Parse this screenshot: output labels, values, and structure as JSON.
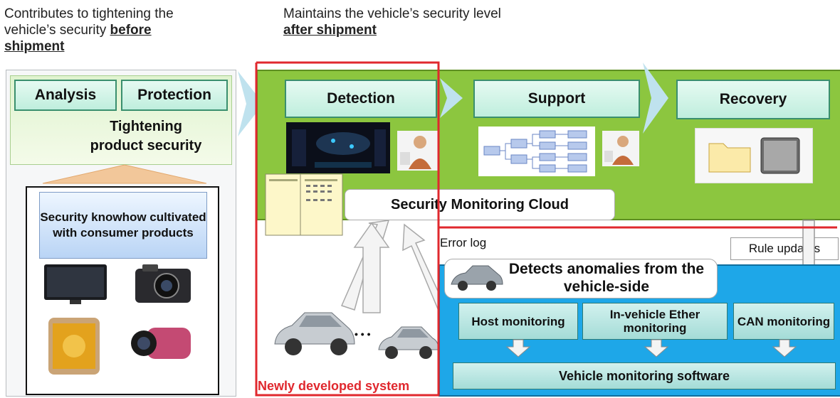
{
  "header_left": {
    "line1": "Contributes to tightening the",
    "line2_prefix": "vehicle’s security ",
    "line2_bold": "before",
    "line3_bold": "shipment"
  },
  "header_right": {
    "line1": "Maintains the vehicle’s security level",
    "line2_bold": "after shipment"
  },
  "left_panel": {
    "analysis": "Analysis",
    "protection": "Protection",
    "tightening": "Tightening product security",
    "knowhow": "Security knowhow cultivated with consumer products"
  },
  "right_panel": {
    "detection": "Detection",
    "support": "Support",
    "recovery": "Recovery",
    "cloud": "Security Monitoring Cloud",
    "error_log": "Error log",
    "rule_updates": "Rule updates",
    "detects": "Detects anomalies from the vehicle-side",
    "host_monitoring": "Host monitoring",
    "ether_monitoring": "In-vehicle Ether monitoring",
    "can_monitoring": "CAN monitoring",
    "vehicle_software": "Vehicle monitoring software",
    "ellipsis": "• • •",
    "newly_developed": "Newly developed system"
  },
  "colors": {
    "green_area": "#8cc63f",
    "blue_area": "#1ea7e8",
    "red_outline": "#e0282e",
    "button_border": "#3a8f6e"
  }
}
